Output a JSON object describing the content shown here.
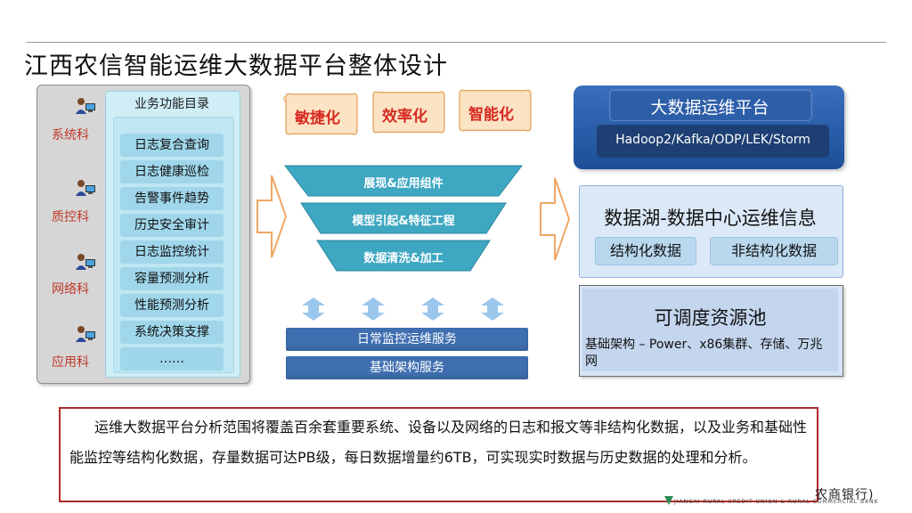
{
  "title": "江西农信智能运维大数据平台整体设计",
  "departments": [
    "系统科",
    "质控科",
    "网络科",
    "应用科"
  ],
  "catalog": {
    "title": "业务功能目录",
    "items": [
      "日志复合查询",
      "日志健康巡检",
      "告警事件趋势",
      "历史安全审计",
      "日志监控统计",
      "容量预测分析",
      "性能预测分析",
      "系统决策支撑",
      "……"
    ]
  },
  "tags": [
    "敏捷化",
    "效率化",
    "智能化"
  ],
  "funnel": [
    "展现&应用组件",
    "模型引起&特征工程",
    "数据清洗&加工"
  ],
  "services": [
    "日常监控运维服务",
    "基础架构服务"
  ],
  "bigdata": {
    "title": "大数据运维平台",
    "stack": "Hadoop2/Kafka/ODP/LEK/Storm"
  },
  "lake": {
    "title": "数据湖-数据中心运维信息",
    "structured": "结构化数据",
    "unstructured": "非结构化数据"
  },
  "pool": {
    "title": "可调度资源池",
    "desc": "基础架构 – Power、x86集群、存储、万兆网"
  },
  "description": "运维大数据平台分析范围将覆盖百余套重要系统、设备以及网络的日志和报文等非结构化数据，以及业务和基础性能监控等结构化数据，存量数据可达PB级，每日数据增量约6TB，可实现实时数据与历史数据的处理和分析。",
  "logo": {
    "cn": "农商银行)",
    "en": "JIANGXI RURAL CREDIT UNION & RURAL COMMERCIAL BANK"
  },
  "colors": {
    "accent_red": "#d6281f",
    "panel_blue": "#2d5ea8",
    "teal": "#3aa6c0",
    "border_red": "#b02a2a"
  }
}
